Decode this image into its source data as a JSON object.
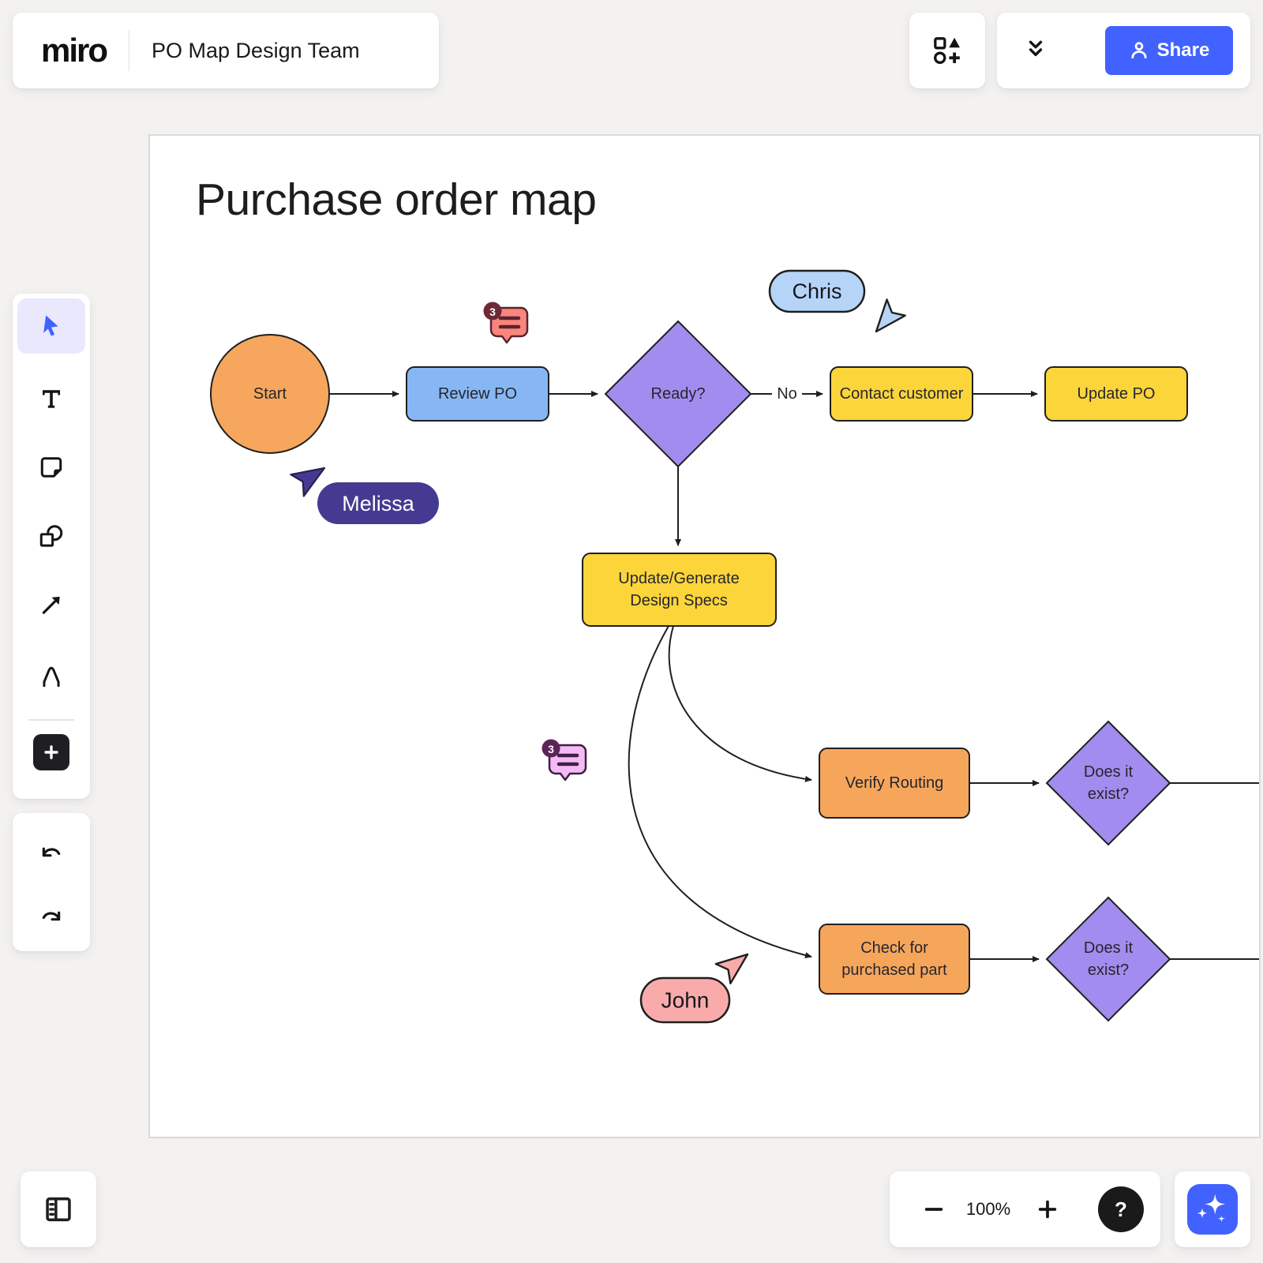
{
  "colors": {
    "brand_blue": "#4262FF",
    "node_orange": "#F6A75D",
    "node_blue": "#86B7F4",
    "node_purple": "#A38CEF",
    "node_yellow": "#FCD53B",
    "cursor_melissa": "#453A92",
    "cursor_chris": "#B5D4F8",
    "cursor_john": "#F9ABAB",
    "comment_red": "#F9857D",
    "comment_pink": "#F5BAF5"
  },
  "header": {
    "logo": "miro",
    "board_title": "PO Map Design Team"
  },
  "actions": {
    "share_label": "Share"
  },
  "canvas": {
    "title": "Purchase order map"
  },
  "flow": {
    "start": "Start",
    "review": "Review PO",
    "ready": "Ready?",
    "no": "No",
    "contact": "Contact customer",
    "update_po": "Update PO",
    "specs1": "Update/Generate",
    "specs2": "Design Specs",
    "verify": "Verify Routing",
    "check1": "Check for",
    "check2": "purchased part",
    "exist1": "Does it",
    "exist2": "exist?"
  },
  "collaborators": [
    {
      "name": "Melissa"
    },
    {
      "name": "Chris"
    },
    {
      "name": "John"
    }
  ],
  "comments": [
    {
      "count": "3"
    },
    {
      "count": "3"
    }
  ],
  "zoombar": {
    "zoom_level": "100%",
    "help_label": "?"
  }
}
